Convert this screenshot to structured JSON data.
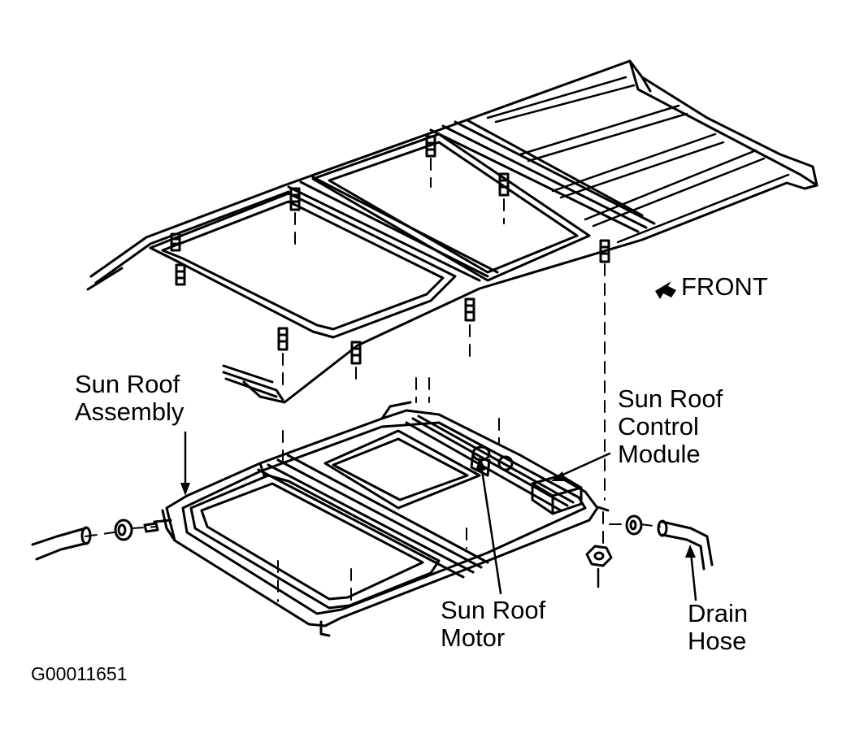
{
  "labels": {
    "front": "FRONT",
    "sunroof_assembly": "Sun Roof\nAssembly",
    "control_module": "Sun Roof\nControl\nModule",
    "sunroof_motor": "Sun Roof\nMotor",
    "drain_hose": "Drain\nHose"
  },
  "figure_code": "G00011651",
  "colors": {
    "ink": "#000000",
    "paper": "#ffffff"
  }
}
